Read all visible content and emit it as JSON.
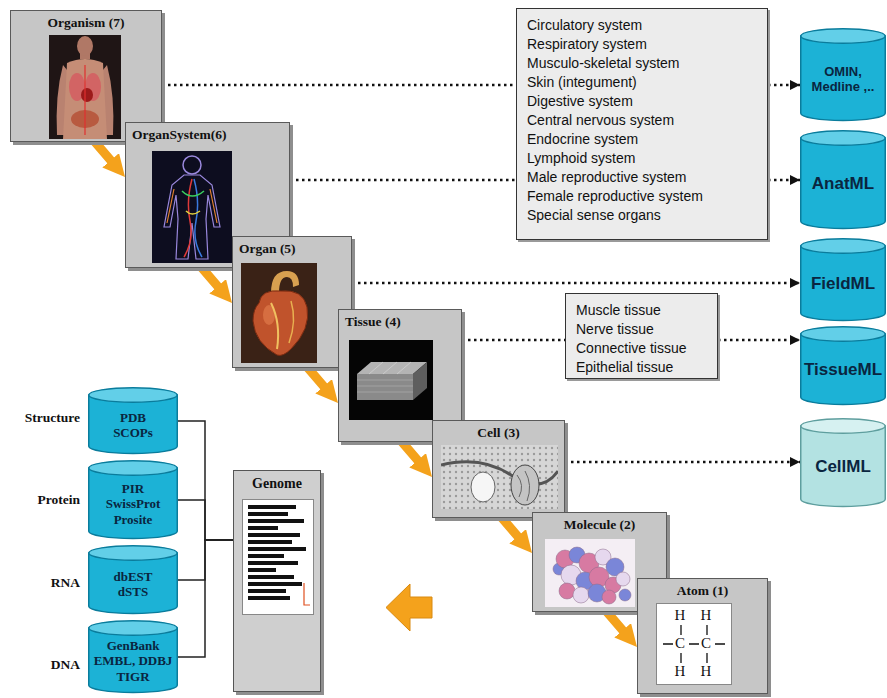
{
  "diagram": {
    "nodes": [
      {
        "text": [
          "Organism (7)"
        ]
      },
      {
        "text": [
          "OrganSystem(6)"
        ]
      },
      {
        "text": [
          "Organ (5)"
        ]
      },
      {
        "text": [
          "Tissue (4)"
        ]
      },
      {
        "text": [
          "Cell (3)"
        ]
      },
      {
        "text": [
          "Molecule (2)"
        ]
      },
      {
        "text": [
          "Atom (1)"
        ]
      },
      {
        "text": [
          "Circulatory system",
          "Respiratory system",
          "Musculo-skeletal system",
          "Skin (integument)",
          "Digestive system",
          "Central nervous system",
          "Endocrine system",
          "Lymphoid system",
          "Male reproductive system",
          "Female reproductive system",
          "Special sense organs"
        ]
      },
      {
        "text": [
          "Muscle tissue",
          "Nerve tissue",
          "Connective tissue",
          "Epithelial tissue"
        ]
      },
      {
        "text": [
          "OMIN, Medline ,.."
        ]
      },
      {
        "text": [
          "AnatML"
        ]
      },
      {
        "text": [
          "FieldML"
        ]
      },
      {
        "text": [
          "TissueML"
        ]
      },
      {
        "text": [
          "CellML"
        ]
      },
      {
        "text": [
          "PDB SCOPs"
        ]
      },
      {
        "text": [
          "PIR SwissProt Prosite"
        ]
      },
      {
        "text": [
          "dbEST dSTS"
        ]
      },
      {
        "text": [
          "GenBank EMBL, DDBJ TIGR"
        ]
      },
      {
        "text": [
          "Genome"
        ]
      }
    ],
    "edges": [
      {
        "from": 0,
        "to": 1,
        "arrow": "to"
      },
      {
        "from": 1,
        "to": 2,
        "arrow": "to"
      },
      {
        "from": 2,
        "to": 3,
        "arrow": "to"
      },
      {
        "from": 3,
        "to": 4,
        "arrow": "to"
      },
      {
        "from": 4,
        "to": 5,
        "arrow": "to"
      },
      {
        "from": 5,
        "to": 6,
        "arrow": "to"
      },
      {
        "from": 0,
        "to": 7,
        "arrow": "none"
      },
      {
        "from": 7,
        "to": 9,
        "arrow": "to"
      },
      {
        "from": 1,
        "to": 7,
        "arrow": "none"
      },
      {
        "from": 7,
        "to": 10,
        "arrow": "to"
      },
      {
        "from": 2,
        "to": 11,
        "arrow": "to"
      },
      {
        "from": 3,
        "to": 8,
        "arrow": "none"
      },
      {
        "from": 8,
        "to": 12,
        "arrow": "to"
      },
      {
        "from": 4,
        "to": 13,
        "arrow": "to"
      },
      {
        "from": 14,
        "to": 18,
        "arrow": "none"
      },
      {
        "from": 15,
        "to": 18,
        "arrow": "none"
      },
      {
        "from": 16,
        "to": 18,
        "arrow": "none"
      },
      {
        "from": 17,
        "to": 18,
        "arrow": "none"
      }
    ],
    "labels": [
      "Structure",
      "Protein",
      "RNA",
      "DNA",
      "H",
      "H",
      "C",
      "C",
      "H",
      "H"
    ]
  }
}
